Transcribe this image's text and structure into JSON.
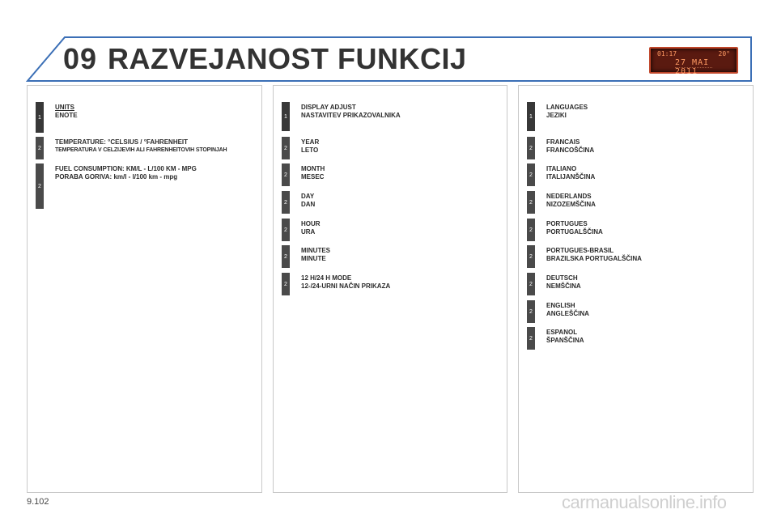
{
  "header": {
    "chapter": "09",
    "title": "RAZVEJANOST FUNKCIJ"
  },
  "display": {
    "time": "01:17",
    "temp": "20°",
    "date": "27 MAI 2011"
  },
  "columns": [
    {
      "entries": [
        {
          "level": "1",
          "line1": "UNITS",
          "line2": "ENOTE"
        },
        {
          "level": "2",
          "line1": "TEMPERATURE: °CELSIUS / °FAHRENHEIT",
          "line2": "TEMPERATURA V CELZIJEVIH ALI FAHRENHEITOVIH STOPINJAH"
        },
        {
          "level": "2",
          "line1": "FUEL CONSUMPTION: KM/L - L/100 KM - MPG",
          "line2": "PORABA GORIVA: km/l - l/100 km - mpg"
        }
      ]
    },
    {
      "entries": [
        {
          "level": "1",
          "line1": "DISPLAY ADJUST",
          "line2": "NASTAVITEV PRIKAZOVALNIKA"
        },
        {
          "level": "2",
          "line1": "YEAR",
          "line2": "LETO"
        },
        {
          "level": "2",
          "line1": "MONTH",
          "line2": "MESEC"
        },
        {
          "level": "2",
          "line1": "DAY",
          "line2": "DAN"
        },
        {
          "level": "2",
          "line1": "HOUR",
          "line2": "URA"
        },
        {
          "level": "2",
          "line1": "MINUTES",
          "line2": "MINUTE"
        },
        {
          "level": "2",
          "line1": "12 H/24 H MODE",
          "line2": "12-/24-URNI NAČIN PRIKAZA"
        }
      ]
    },
    {
      "entries": [
        {
          "level": "1",
          "line1": "LANGUAGES",
          "line2": "JEZIKI"
        },
        {
          "level": "2",
          "line1": "FRANCAIS",
          "line2": "FRANCOŠČINA"
        },
        {
          "level": "2",
          "line1": "ITALIANO",
          "line2": "ITALIJANŠČINA"
        },
        {
          "level": "2",
          "line1": "NEDERLANDS",
          "line2": "NIZOZEMŠČINA"
        },
        {
          "level": "2",
          "line1": "PORTUGUES",
          "line2": "PORTUGALŠČINA"
        },
        {
          "level": "2",
          "line1": "PORTUGUES-BRASIL",
          "line2": "BRAZILSKA PORTUGALŠČINA"
        },
        {
          "level": "2",
          "line1": "DEUTSCH",
          "line2": "NEMŠČINA"
        },
        {
          "level": "2",
          "line1": "ENGLISH",
          "line2": "ANGLEŠČINA"
        },
        {
          "level": "2",
          "line1": "ESPANOL",
          "line2": "ŠPANŠČINA"
        }
      ]
    }
  ],
  "footer": {
    "page": "9.102",
    "watermark": "carmanualsonline.info"
  }
}
